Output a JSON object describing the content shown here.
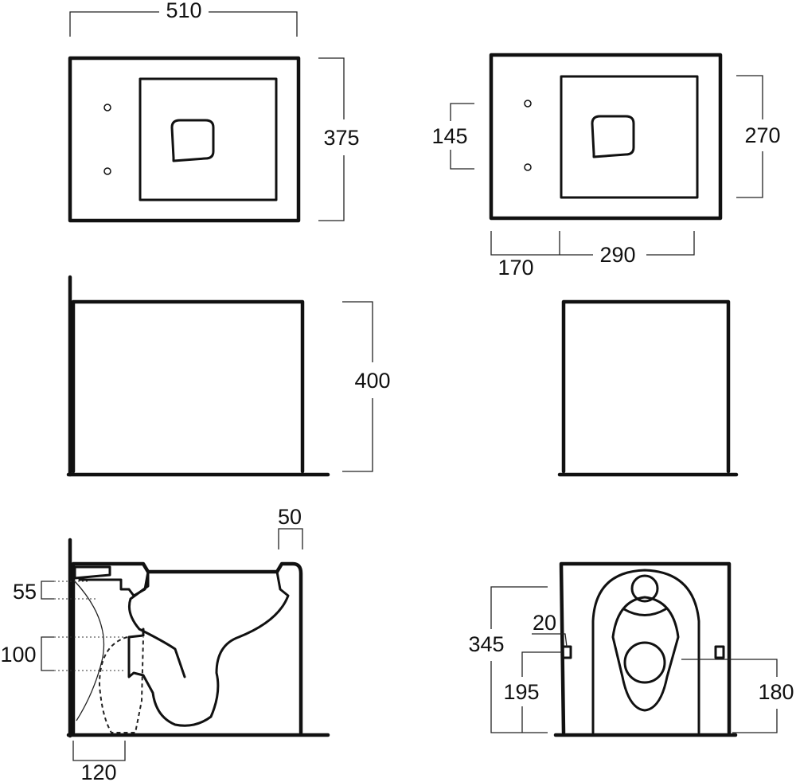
{
  "dimensions": {
    "top_left": {
      "width": "510",
      "depth": "375"
    },
    "top_right": {
      "fixing_spacing": "145",
      "bowl_depth": "270",
      "rear_offset": "170",
      "bowl_length": "290"
    },
    "side": {
      "height": "400"
    },
    "section": {
      "rim_step": "50",
      "inlet_height": "55",
      "outlet_height": "100",
      "outlet_offset": "120"
    },
    "rear": {
      "total_height": "345",
      "fixing_size": "20",
      "fixing_height": "195",
      "outlet_height": "180"
    }
  },
  "colors": {
    "line": "#111111",
    "background": "#ffffff"
  }
}
